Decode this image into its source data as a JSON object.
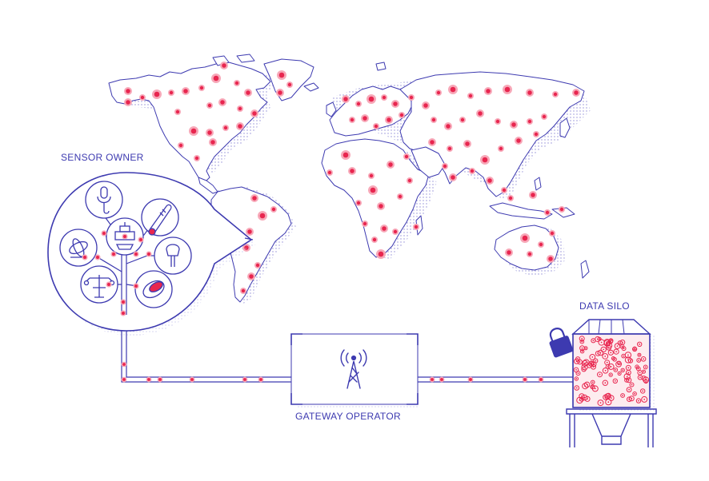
{
  "labels": {
    "sensor_owner": "SENSOR OWNER",
    "gateway_operator": "GATEWAY OPERATOR",
    "data_silo": "DATA SILO"
  },
  "colors": {
    "ink": "#3d3ab0",
    "node": "#e8264f",
    "node_halo": "#f7a8b8",
    "silo_fill": "#fdecef"
  },
  "icons": {
    "sensor_icons": [
      "microphone-icon",
      "thermometer-icon",
      "scale-icon",
      "gyroscope-icon",
      "soil-probe-icon",
      "weather-station-icon",
      "tracker-icon"
    ],
    "gateway_icon": "radio-tower-icon",
    "silo_icon": "padlock-icon"
  }
}
